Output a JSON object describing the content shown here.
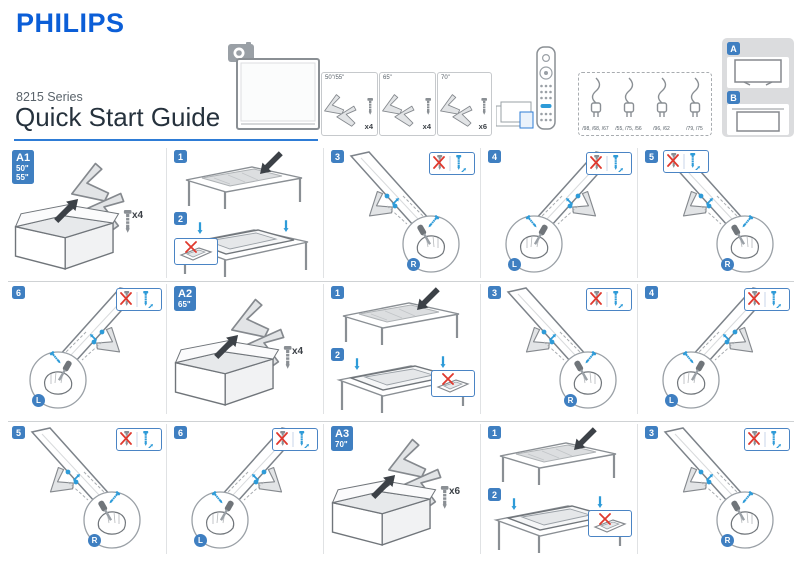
{
  "brand": "PHILIPS",
  "header": {
    "series": "8215 Series",
    "title": "Quick Start Guide"
  },
  "top": {
    "stand_options": [
      {
        "label": "50\"/55\"",
        "count": "x4"
      },
      {
        "label": "65\"",
        "count": "x4"
      },
      {
        "label": "70\"",
        "count": "x6"
      }
    ],
    "cable_labels": [
      "/98, /68, /67",
      "/55, /75, /56",
      "/96, /62",
      "/79, /75"
    ],
    "options": {
      "a": "A",
      "b": "B"
    }
  },
  "sections": [
    {
      "badge": "A1",
      "sizes": [
        "50\"",
        "55\""
      ],
      "count": "x4",
      "steps": [
        "1",
        "2",
        "3",
        "4",
        "5",
        "6"
      ]
    },
    {
      "badge": "A2",
      "sizes": [
        "65\""
      ],
      "count": "x4",
      "steps": [
        "1",
        "2",
        "3",
        "4",
        "5",
        "6"
      ]
    },
    {
      "badge": "A3",
      "sizes": [
        "70\""
      ],
      "count": "x6",
      "steps": [
        "1",
        "2",
        "3"
      ]
    }
  ],
  "side_badges": {
    "left": "L",
    "right": "R"
  },
  "colors": {
    "brand_blue": "#0b5ed7",
    "badge_blue": "#3f7fc1",
    "screw_blue": "#2e9bd8",
    "alert_red": "#e0392e"
  }
}
